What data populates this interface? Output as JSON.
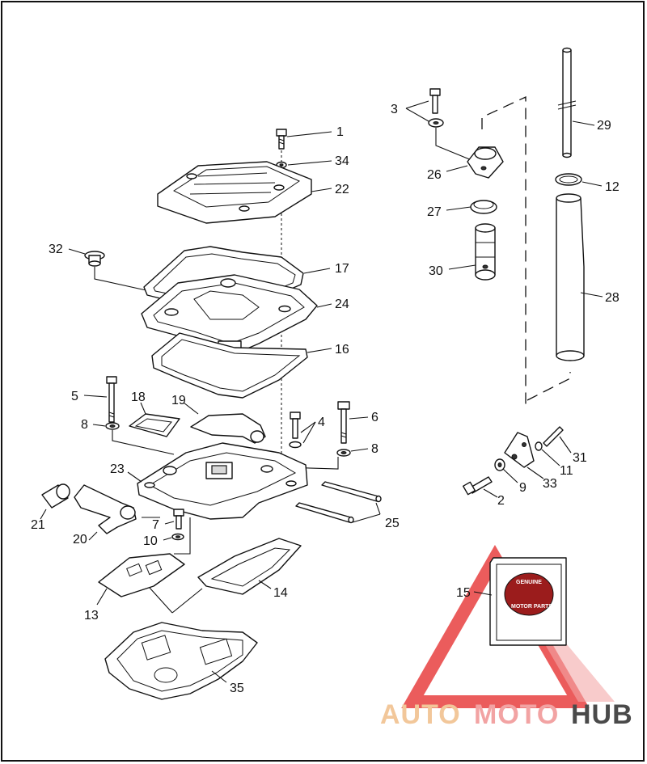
{
  "diagram": {
    "callouts": [
      "1",
      "2",
      "3",
      "4",
      "5",
      "6",
      "7",
      "8",
      "8",
      "9",
      "10",
      "11",
      "12",
      "13",
      "14",
      "15",
      "16",
      "17",
      "18",
      "19",
      "20",
      "21",
      "22",
      "23",
      "24",
      "25",
      "26",
      "27",
      "28",
      "29",
      "30",
      "31",
      "32",
      "33",
      "34",
      "35"
    ],
    "labels": {
      "c1": "1",
      "c2": "2",
      "c3": "3",
      "c4": "4",
      "c5": "5",
      "c6": "6",
      "c7": "7",
      "c8a": "8",
      "c8b": "8",
      "c9": "9",
      "c10": "10",
      "c11": "11",
      "c12": "12",
      "c13": "13",
      "c14": "14",
      "c15": "15",
      "c16": "16",
      "c17": "17",
      "c18": "18",
      "c19": "19",
      "c20": "20",
      "c21": "21",
      "c22": "22",
      "c23": "23",
      "c24": "24",
      "c25": "25",
      "c26": "26",
      "c27": "27",
      "c28": "28",
      "c29": "29",
      "c30": "30",
      "c31": "31",
      "c32": "32",
      "c33": "33",
      "c34": "34",
      "c35": "35"
    },
    "package_badge": {
      "line1": "GENUINE",
      "line2": "MOTOR PARTS"
    }
  },
  "watermark": {
    "part1": "AUTO",
    "part2": "MOTO",
    "part3": "HUB",
    "colors": {
      "auto": "#f2c79a",
      "moto": "#f2a3a3",
      "hub": "#4a4a4a",
      "triangle": "#e84040"
    }
  }
}
